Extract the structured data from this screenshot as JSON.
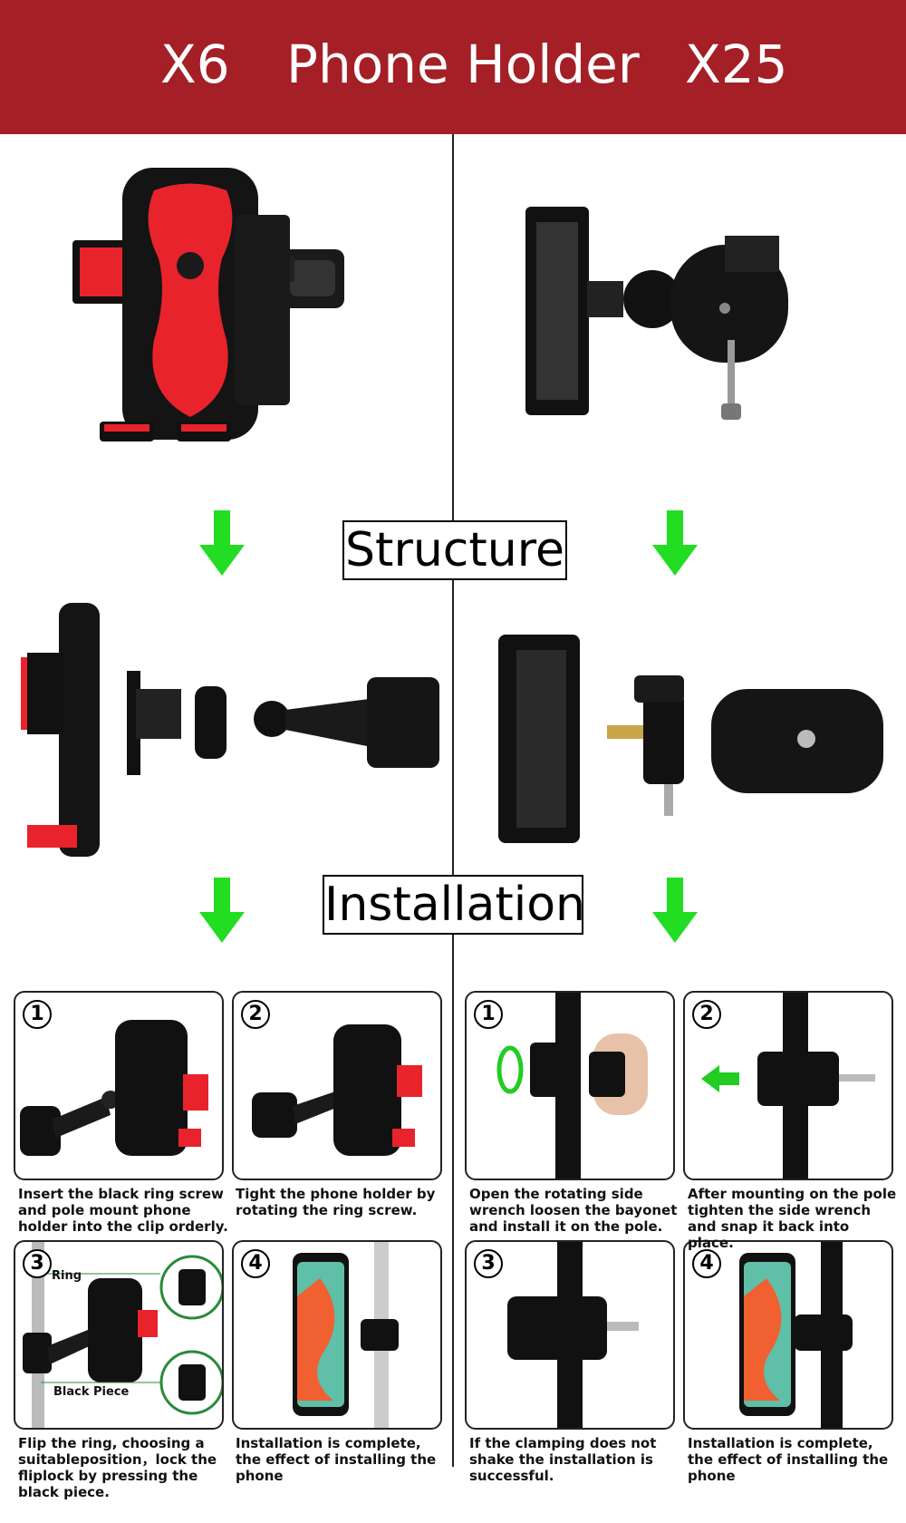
{
  "header": {
    "left_model": "X6",
    "title": "Phone Holder",
    "right_model": "X25"
  },
  "sections": {
    "structure": "Structure",
    "installation": "Installation"
  },
  "x6_steps": [
    {
      "num": "1",
      "caption": "Insert the black ring screw and pole mount phone holder into the clip orderly."
    },
    {
      "num": "2",
      "caption": "Tight the phone holder by rotating the ring screw."
    },
    {
      "num": "3",
      "caption": "Flip the ring, choosing a suitableposition，lock the fliplock by pressing the black piece.",
      "label_ring": "Ring",
      "label_piece": "Black Piece"
    },
    {
      "num": "4",
      "caption": "Installation is complete, the effect of installing the phone"
    }
  ],
  "x25_steps": [
    {
      "num": "1",
      "caption": "Open the rotating side wrench loosen the bayonet and install it on the pole."
    },
    {
      "num": "2",
      "caption": "After mounting on the pole tighten the side wrench and snap it back into place."
    },
    {
      "num": "3",
      "caption": "If the clamping does not shake the installation is successful."
    },
    {
      "num": "4",
      "caption": "Installation is complete, the effect of installing the phone"
    }
  ],
  "colors": {
    "banner": "#a41f26",
    "arrow": "#22dd22",
    "accent_red": "#e8232b"
  }
}
